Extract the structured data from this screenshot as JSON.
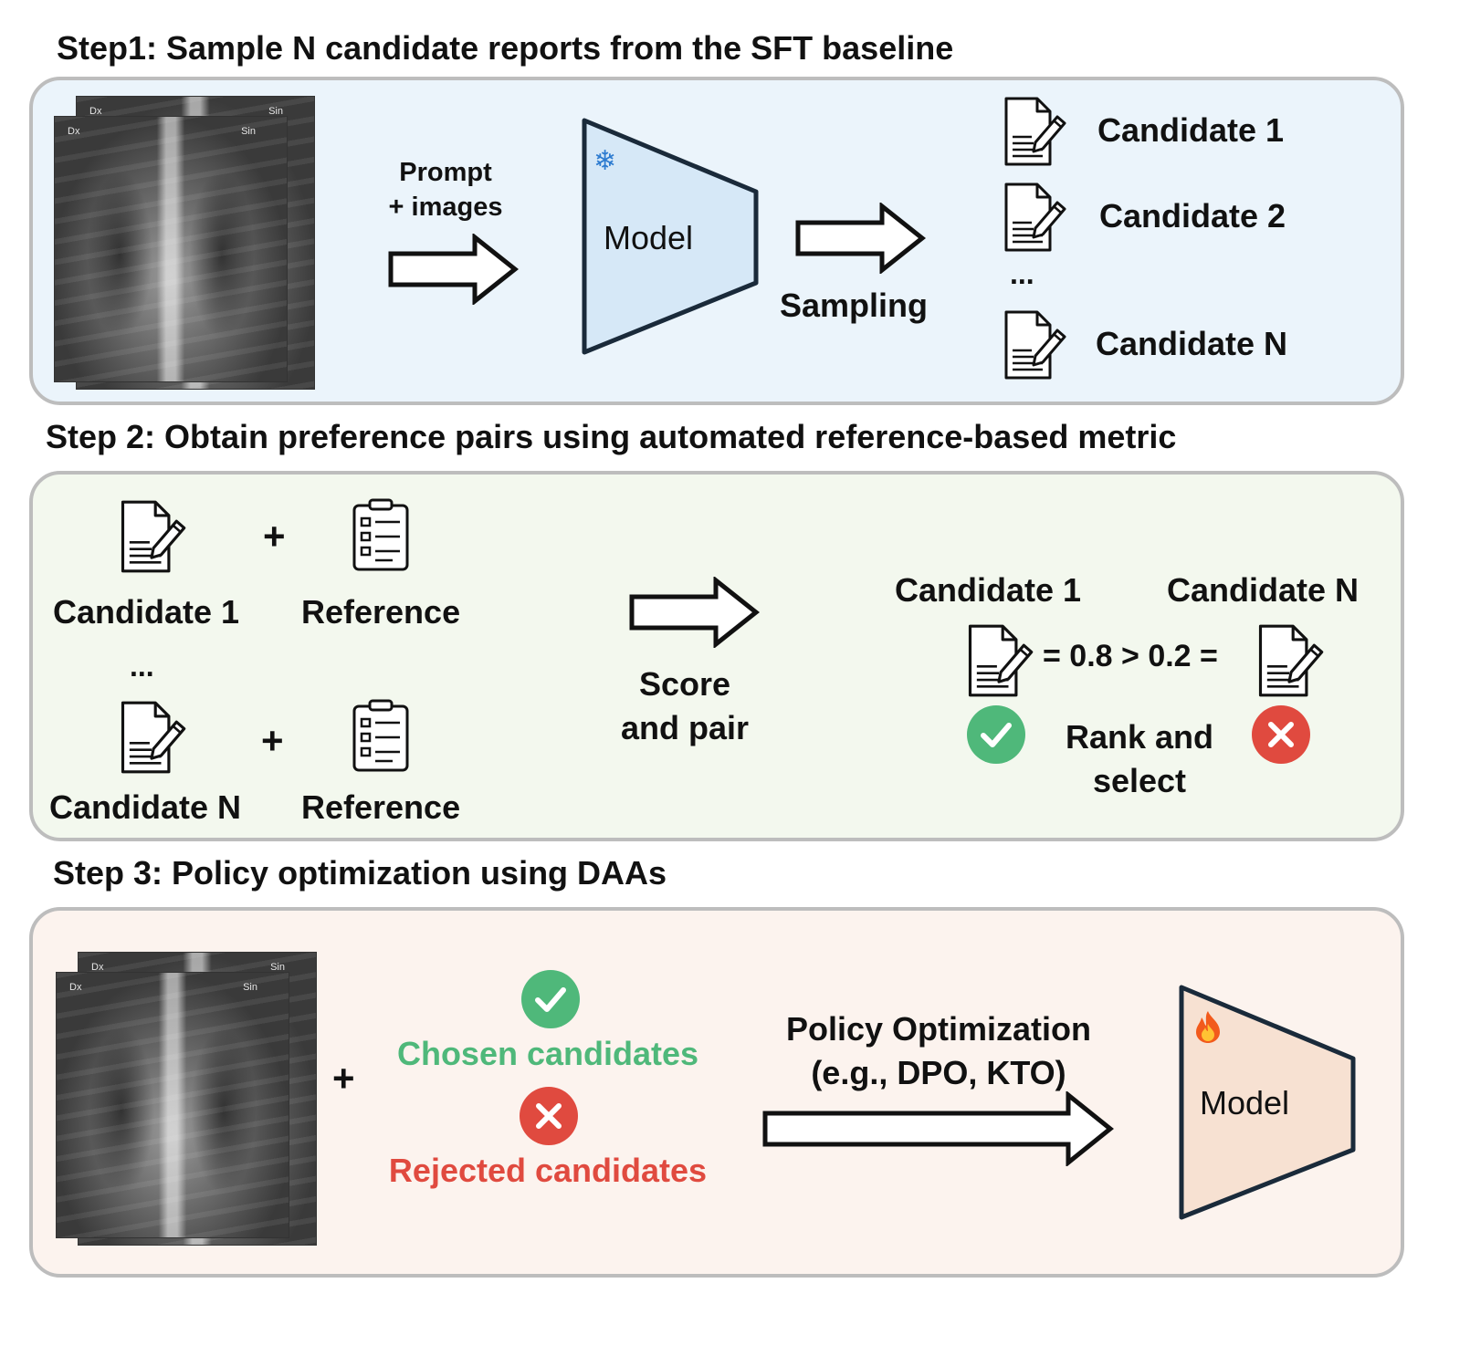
{
  "colors": {
    "step1_bg": "#ebf4fb",
    "step2_bg": "#f3f8ee",
    "step3_bg": "#fcf3ee",
    "panel_border": "#bdbdbd",
    "model1_fill": "#d6e8f7",
    "model3_fill": "#f7e1d2",
    "chosen_green": "#4fb87a",
    "rejected_red": "#e04a3f"
  },
  "step1": {
    "heading": "Step1: Sample N candidate reports from the SFT baseline",
    "xray_dx": "Dx",
    "xray_sin": "Sin",
    "input_line1": "Prompt",
    "input_line2": "+ images",
    "model_label": "Model",
    "model_icon": "snowflake-icon",
    "sampling_label": "Sampling",
    "candidates": [
      "Candidate 1",
      "Candidate 2",
      "Candidate N"
    ],
    "ellipsis": "..."
  },
  "step2": {
    "heading": "Step 2: Obtain preference pairs using automated reference-based metric",
    "pair_top_candidate": "Candidate 1",
    "pair_bottom_candidate": "Candidate N",
    "reference_label": "Reference",
    "plus": "+",
    "ellipsis": "...",
    "score_line1": "Score",
    "score_line2": "and pair",
    "ranked_left_label": "Candidate 1",
    "ranked_right_label": "Candidate N",
    "comparison": "= 0.8 > 0.2 =",
    "rank_line1": "Rank and",
    "rank_line2": "select"
  },
  "step3": {
    "heading": "Step 3: Policy optimization using DAAs",
    "xray_dx": "Dx",
    "xray_sin": "Sin",
    "plus": "+",
    "chosen_label": "Chosen candidates",
    "rejected_label": "Rejected candidates",
    "policy_line1": "Policy Optimization",
    "policy_line2": "(e.g., DPO, KTO)",
    "model_label": "Model",
    "model_icon": "fire-icon"
  }
}
